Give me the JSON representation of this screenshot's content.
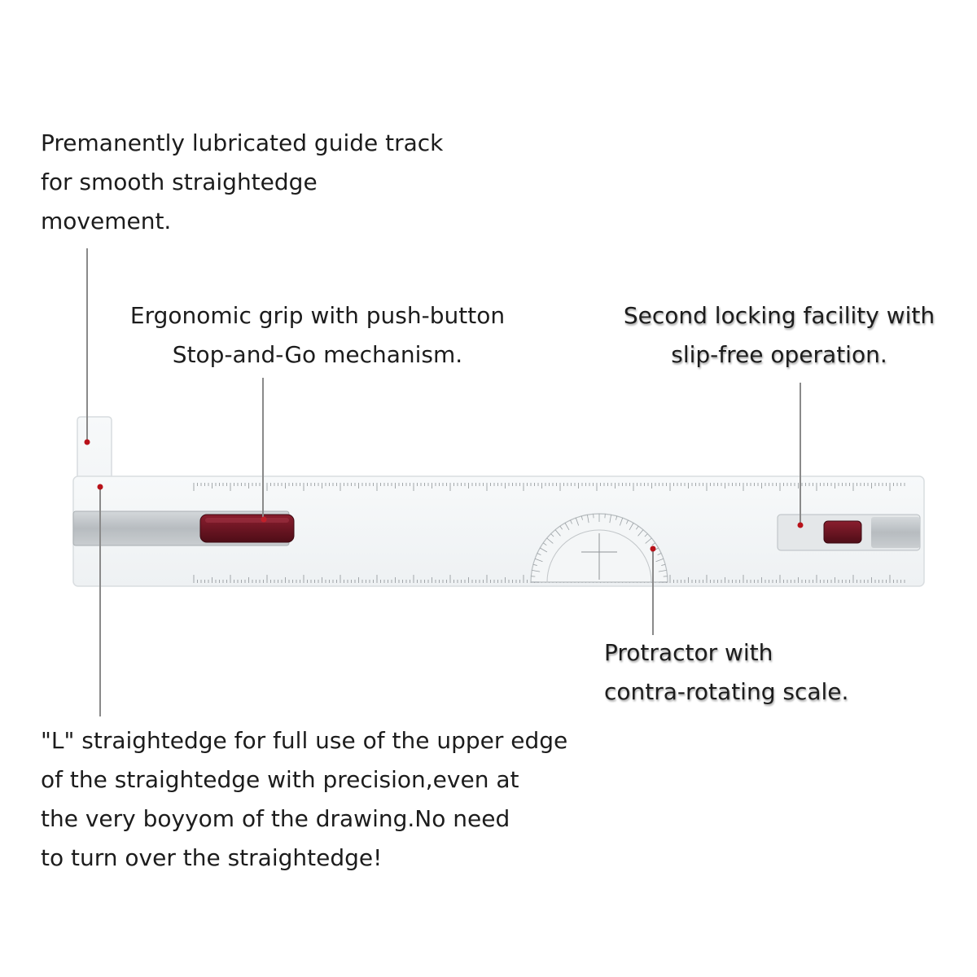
{
  "diagram": {
    "colors": {
      "accent_dot": "#b8121a",
      "grip_red": "#6e1423",
      "track_grey": "#b9bec2",
      "leader_grey": "#8a8a8a"
    },
    "callouts": {
      "guide_track": {
        "lines": [
          "Premanently lubricated guide track",
          "for smooth straightedge",
          "movement."
        ]
      },
      "grip": {
        "lines": [
          "Ergonomic grip with push-button",
          "Stop-and-Go mechanism."
        ]
      },
      "second_lock": {
        "lines": [
          "Second locking facility with",
          "slip-free operation."
        ]
      },
      "protractor": {
        "lines": [
          "Protractor with",
          "contra-rotating scale."
        ]
      },
      "l_straightedge": {
        "lines": [
          "\"L\" straightedge for full use of the upper edge",
          "of the straightedge with precision,even at",
          "the very boyyom of the drawing.No need",
          "to turn over the straightedge!"
        ]
      }
    }
  }
}
